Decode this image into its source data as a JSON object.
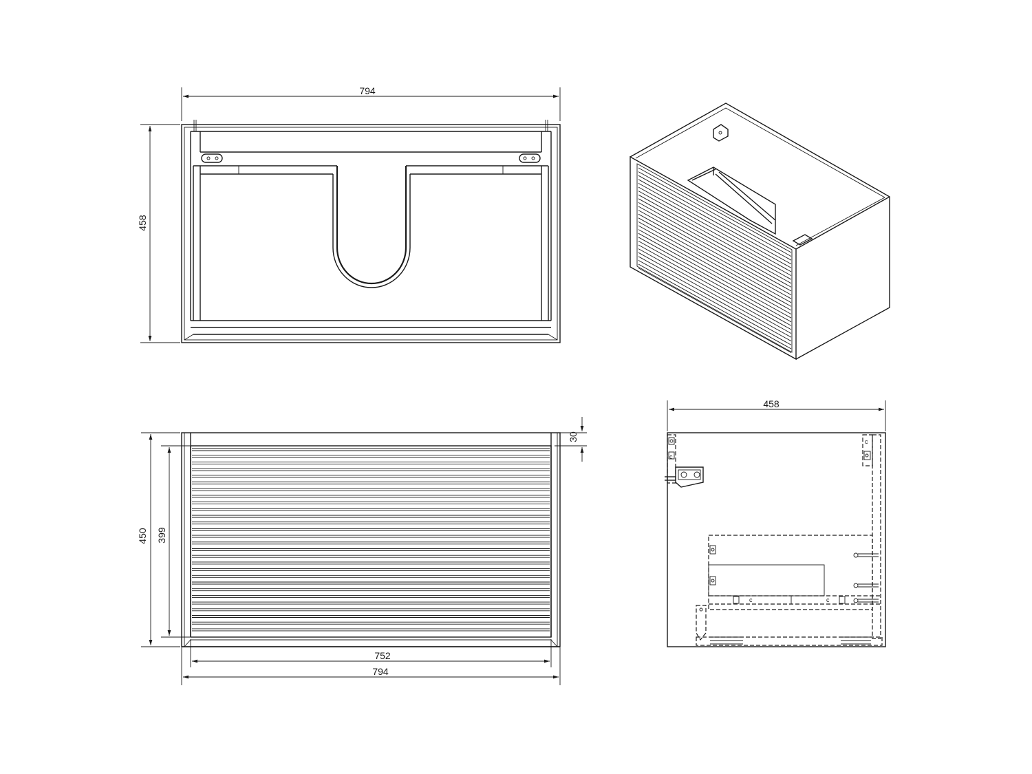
{
  "colors": {
    "line": "#1a1a1a",
    "background": "#ffffff"
  },
  "views": {
    "top": {
      "width": "794",
      "depth": "458"
    },
    "iso": {},
    "front": {
      "overall_width": "794",
      "door_width": "752",
      "overall_height": "450",
      "door_height": "399",
      "top_gap": "30"
    },
    "side": {
      "depth": "458",
      "fitting_mark": "c"
    }
  }
}
